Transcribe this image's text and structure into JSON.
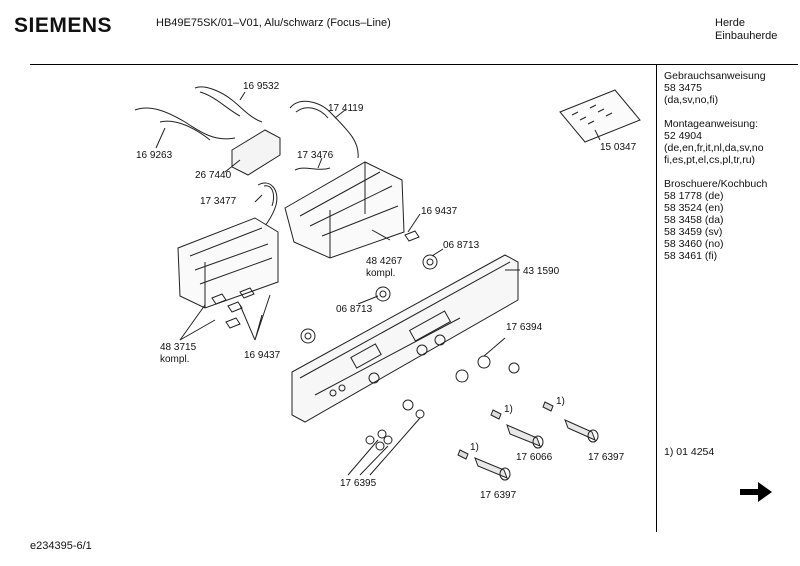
{
  "header": {
    "brand": "SIEMENS",
    "model": "HB49E75SK/01–V01, Alu/schwarz (Focus–Line)",
    "category_line1": "Herde",
    "category_line2": "Einbauherde"
  },
  "sidebar": {
    "groups": [
      {
        "lines": [
          "Gebrauchsanweisung",
          "58 3475",
          "(da,sv,no,fi)"
        ]
      },
      {
        "lines": [
          "Montageanweisung:",
          "52 4904",
          "(de,en,fr,it,nl,da,sv,no",
          "fi,es,pt,el,cs,pl,tr,ru)"
        ]
      },
      {
        "lines": [
          "Broschuere/Kochbuch",
          "58 1778 (de)",
          "58 3524 (en)",
          "58 3458 (da)",
          "58 3459 (sv)",
          "58 3460 (no)",
          "58 3461 (fi)"
        ]
      }
    ],
    "footnote": "1) 01 4254"
  },
  "parts": {
    "p169532": "16 9532",
    "p174119": "17 4119",
    "p169263": "16 9263",
    "p267440": "26 7440",
    "p173476": "17 3476",
    "p150347": "15 0347",
    "p173477": "17 3477",
    "p169437a": "16 9437",
    "p068713a": "06 8713",
    "p484267": "48 4267",
    "p484267_note": "kompl.",
    "p431590": "43 1590",
    "p068713b": "06 8713",
    "p483715": "48 3715",
    "p483715_note": "kompl.",
    "p169437b": "16 9437",
    "p176394": "17 6394",
    "p176395": "17 6395",
    "p176066": "17 6066",
    "p176397a": "17 6397",
    "p176397b": "17 6397",
    "fn1a": "1)",
    "fn1b": "1)",
    "fn1c": "1)"
  },
  "footer": {
    "doc_id": "e234395-6/1"
  },
  "icons": {
    "next_page": "arrow-right-icon"
  }
}
